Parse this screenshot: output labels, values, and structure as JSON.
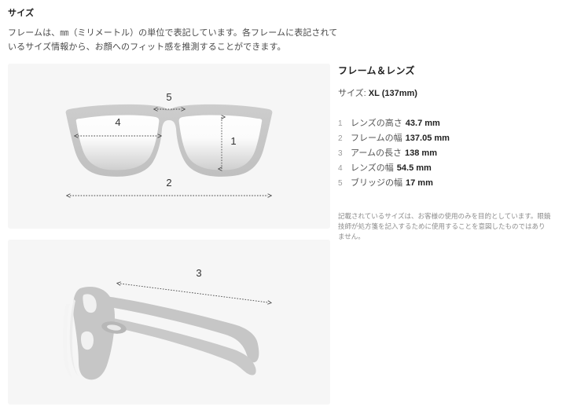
{
  "header": {
    "title": "サイズ",
    "body": "フレームは、㎜（ミリメートル）の単位で表記しています。各フレームに表記されているサイズ情報から、お顔へのフィット感を推測することができます。"
  },
  "info": {
    "title": "フレーム＆レンズ",
    "size_label": "サイズ:",
    "size_value": "XL (137mm)",
    "measurements": [
      {
        "num": "1",
        "label": "レンズの高さ",
        "value": "43.7 mm"
      },
      {
        "num": "2",
        "label": "フレームの幅",
        "value": "137.05 mm"
      },
      {
        "num": "3",
        "label": "アームの長さ",
        "value": "138 mm"
      },
      {
        "num": "4",
        "label": "レンズの幅",
        "value": "54.5 mm"
      },
      {
        "num": "5",
        "label": "ブリッジの幅",
        "value": "17 mm"
      }
    ],
    "disclaimer": "記載されているサイズは、お客様の使用のみを目的としています。眼鏡技師が処方箋を記入するために使用することを意図したものではありません。"
  },
  "diagrams": {
    "front": {
      "name": "sunglasses-front-view",
      "callouts": [
        {
          "id": "5",
          "label": "5",
          "measures": "bridge-width"
        },
        {
          "id": "4",
          "label": "4",
          "measures": "lens-width"
        },
        {
          "id": "1",
          "label": "1",
          "measures": "lens-height"
        },
        {
          "id": "2",
          "label": "2",
          "measures": "frame-width"
        }
      ]
    },
    "side": {
      "name": "sunglasses-side-view",
      "callouts": [
        {
          "id": "3",
          "label": "3",
          "measures": "temple-arm-length"
        }
      ]
    }
  },
  "colors": {
    "panel_background": "#f6f6f6",
    "frame_gray": "#c6c6c6",
    "frame_gray_dark": "#b5b5b5",
    "lens_top": "#fdfdfd",
    "lens_bottom": "#d4d4d4",
    "text_primary": "#222222",
    "text_secondary": "#555555",
    "text_muted": "#8c8c8c",
    "arrow": "#444444"
  }
}
